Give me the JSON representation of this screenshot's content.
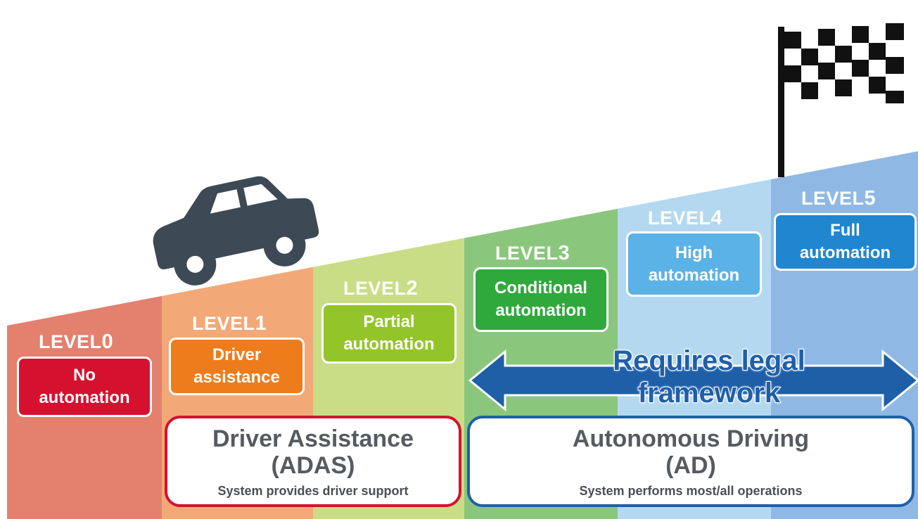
{
  "levels": [
    {
      "prefix": "LEVEL",
      "number": "0",
      "box_lines": [
        "No",
        "automation"
      ],
      "band_color": "#e3806e",
      "box_color": "#d6112f"
    },
    {
      "prefix": "LEVEL",
      "number": "1",
      "box_lines": [
        "Driver",
        "assistance"
      ],
      "band_color": "#f2a977",
      "box_color": "#ef7c1a"
    },
    {
      "prefix": "LEVEL",
      "number": "2",
      "box_lines": [
        "Partial",
        "automation"
      ],
      "band_color": "#c9dd86",
      "box_color": "#93c42a"
    },
    {
      "prefix": "LEVEL",
      "number": "3",
      "box_lines": [
        "Conditional",
        "automation"
      ],
      "band_color": "#8bc67d",
      "box_color": "#2fa83c"
    },
    {
      "prefix": "LEVEL",
      "number": "4",
      "box_lines": [
        "High",
        "automation"
      ],
      "band_color": "#b4d8f0",
      "box_color": "#5bb2e6"
    },
    {
      "prefix": "LEVEL",
      "number": "5",
      "box_lines": [
        "Full",
        "automation"
      ],
      "band_color": "#8fb9e4",
      "box_color": "#1f86cf"
    }
  ],
  "legal": {
    "lines": [
      "Requires legal",
      "framework"
    ],
    "arrow_color": "#1f5fa8"
  },
  "groups": {
    "adas": {
      "title_lines": [
        "Driver Assistance",
        "(ADAS)"
      ],
      "subtitle": "System provides driver support",
      "border_color": "#d6112f"
    },
    "ad": {
      "title_lines": [
        "Autonomous Driving",
        "(AD)"
      ],
      "subtitle": "System performs most/all operations",
      "border_color": "#1f5fa8"
    }
  },
  "icons": {
    "car": "car-icon",
    "flag": "checkered-flag-icon"
  },
  "colors": {
    "car": "#3d4a55",
    "flag": "#111111",
    "text_white": "#ffffff"
  }
}
